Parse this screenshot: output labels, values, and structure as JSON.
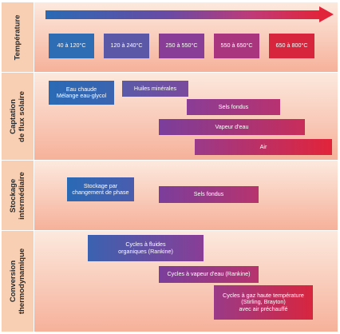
{
  "colors": {
    "blue": "#2a6ab5",
    "purple": "#7a3d9a",
    "magenta": "#a43a86",
    "red": "#e2243a",
    "section_bg_top": "#fce9de",
    "section_bg_bottom": "#f6b19a",
    "label_bg": "#f8cfb2"
  },
  "sections": {
    "temperature": {
      "label": "Température",
      "ranges": [
        "40 à 120°C",
        "120 à 240°C",
        "250 à 550°C",
        "550 à 650°C",
        "650 à 800°C"
      ]
    },
    "captation": {
      "label": "Captation\nde flux solaire",
      "items": [
        "Eau chaude\nMélange eau-glycol",
        "Huiles minérales",
        "Sels fondus",
        "Vapeur d'eau",
        "Air"
      ]
    },
    "stockage": {
      "label": "Stockage\nintermédiaire",
      "items": [
        "Stockage par\nchangement de phase",
        "Sels fondus"
      ]
    },
    "conversion": {
      "label": "Conversion\nthermodynamique",
      "items": [
        "Cycles à fluides\norganiques (Rankine)",
        "Cycles à vapeur d'eau (Rankine)",
        "Cycles à gaz haute température\n(Stirling, Brayton)\navec air préchauffé"
      ]
    }
  }
}
